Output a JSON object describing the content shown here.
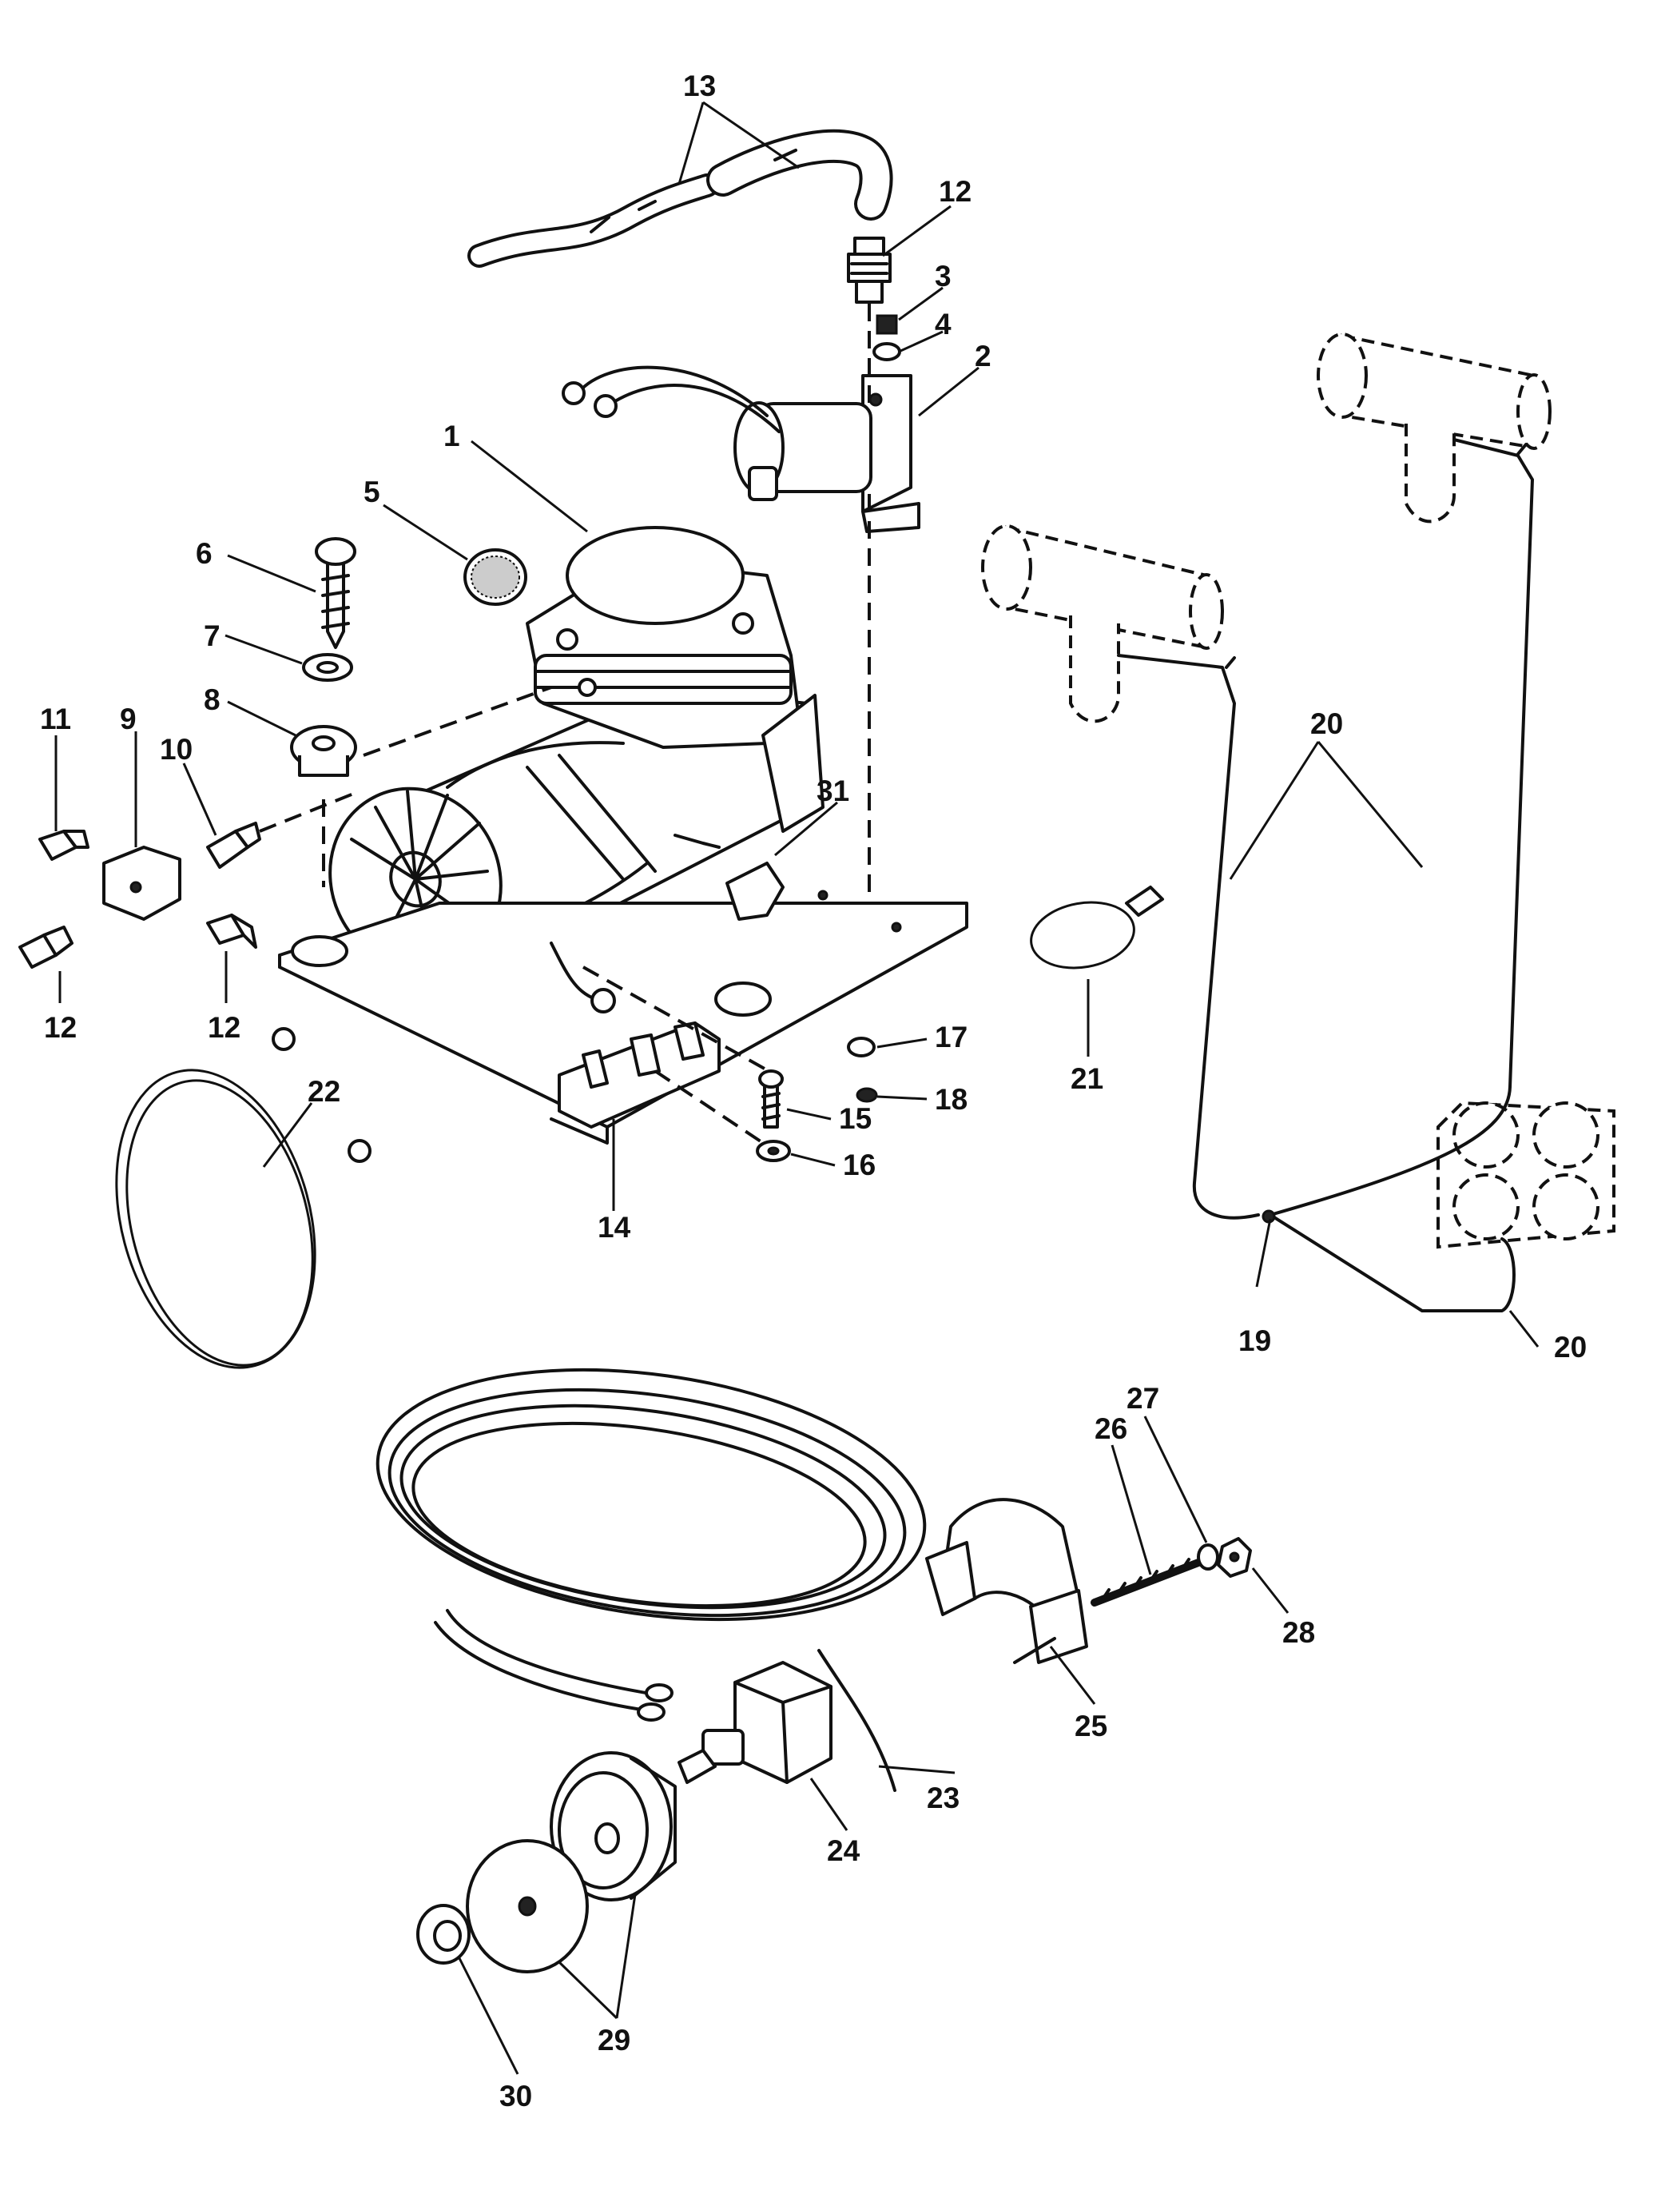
{
  "callouts": [
    {
      "id": "1",
      "text": "1"
    },
    {
      "id": "2",
      "text": "2"
    },
    {
      "id": "3",
      "text": "3"
    },
    {
      "id": "4",
      "text": "4"
    },
    {
      "id": "5",
      "text": "5"
    },
    {
      "id": "6",
      "text": "6"
    },
    {
      "id": "7",
      "text": "7"
    },
    {
      "id": "8",
      "text": "8"
    },
    {
      "id": "9",
      "text": "9"
    },
    {
      "id": "10",
      "text": "10"
    },
    {
      "id": "11",
      "text": "11"
    },
    {
      "id": "12a",
      "text": "12"
    },
    {
      "id": "12b",
      "text": "12"
    },
    {
      "id": "12c",
      "text": "12"
    },
    {
      "id": "13",
      "text": "13"
    },
    {
      "id": "14",
      "text": "14"
    },
    {
      "id": "15",
      "text": "15"
    },
    {
      "id": "16",
      "text": "16"
    },
    {
      "id": "17",
      "text": "17"
    },
    {
      "id": "18",
      "text": "18"
    },
    {
      "id": "19",
      "text": "19"
    },
    {
      "id": "20a",
      "text": "20"
    },
    {
      "id": "20b",
      "text": "20"
    },
    {
      "id": "21",
      "text": "21"
    },
    {
      "id": "22",
      "text": "22"
    },
    {
      "id": "23",
      "text": "23"
    },
    {
      "id": "24",
      "text": "24"
    },
    {
      "id": "25",
      "text": "25"
    },
    {
      "id": "26",
      "text": "26"
    },
    {
      "id": "27",
      "text": "27"
    },
    {
      "id": "28",
      "text": "28"
    },
    {
      "id": "29",
      "text": "29"
    },
    {
      "id": "30",
      "text": "30"
    },
    {
      "id": "31",
      "text": "31"
    }
  ]
}
